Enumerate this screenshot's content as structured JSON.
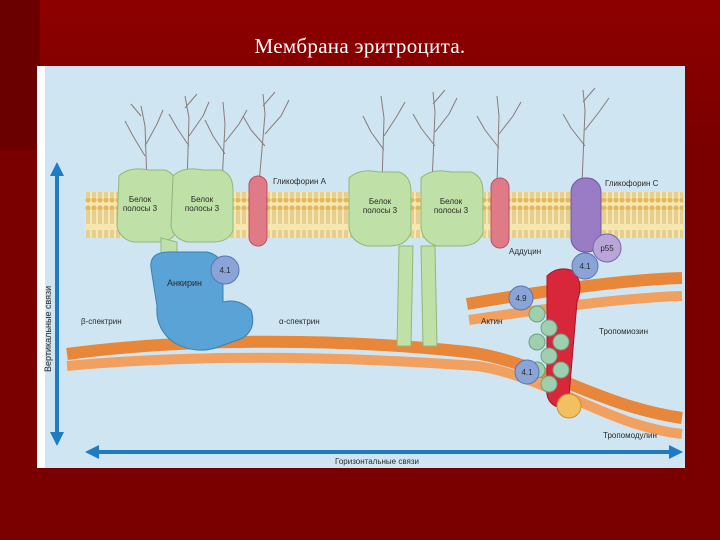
{
  "slide": {
    "title": "Мембрана эритроцита."
  },
  "diagram": {
    "protein_band3": "Белок\nполосы 3",
    "glycophorin_a": "Гликофорин А",
    "glycophorin_c": "Гликофорин С",
    "ankyrin": "Анкирин",
    "protein_4_1": "4.1",
    "protein_4_9": "4.9",
    "p55": "p55",
    "adducin": "Аддуцин",
    "actin": "Актин",
    "tropomyosin": "Тропомиозин",
    "tropomodulin": "Тропомодулин",
    "beta_spectrin": "β-спектрин",
    "alpha_spectrin": "α-спектрин",
    "axis_vertical": "Вертикальные связи",
    "axis_horizontal": "Горизонтальные связи"
  },
  "colors": {
    "background": "#7a0000",
    "panel": "#cfe6f2",
    "membrane": "#f3dc9a",
    "band3": "#bfe0a6",
    "ankyrin": "#5aa3d6",
    "glycophorin_a": "#e07a86",
    "glycophorin_c": "#9a7cc4",
    "spectrin": "#e8863a",
    "actin": "#9ed0b0",
    "adducin": "#d8273a",
    "arrow": "#1f7cc2"
  }
}
